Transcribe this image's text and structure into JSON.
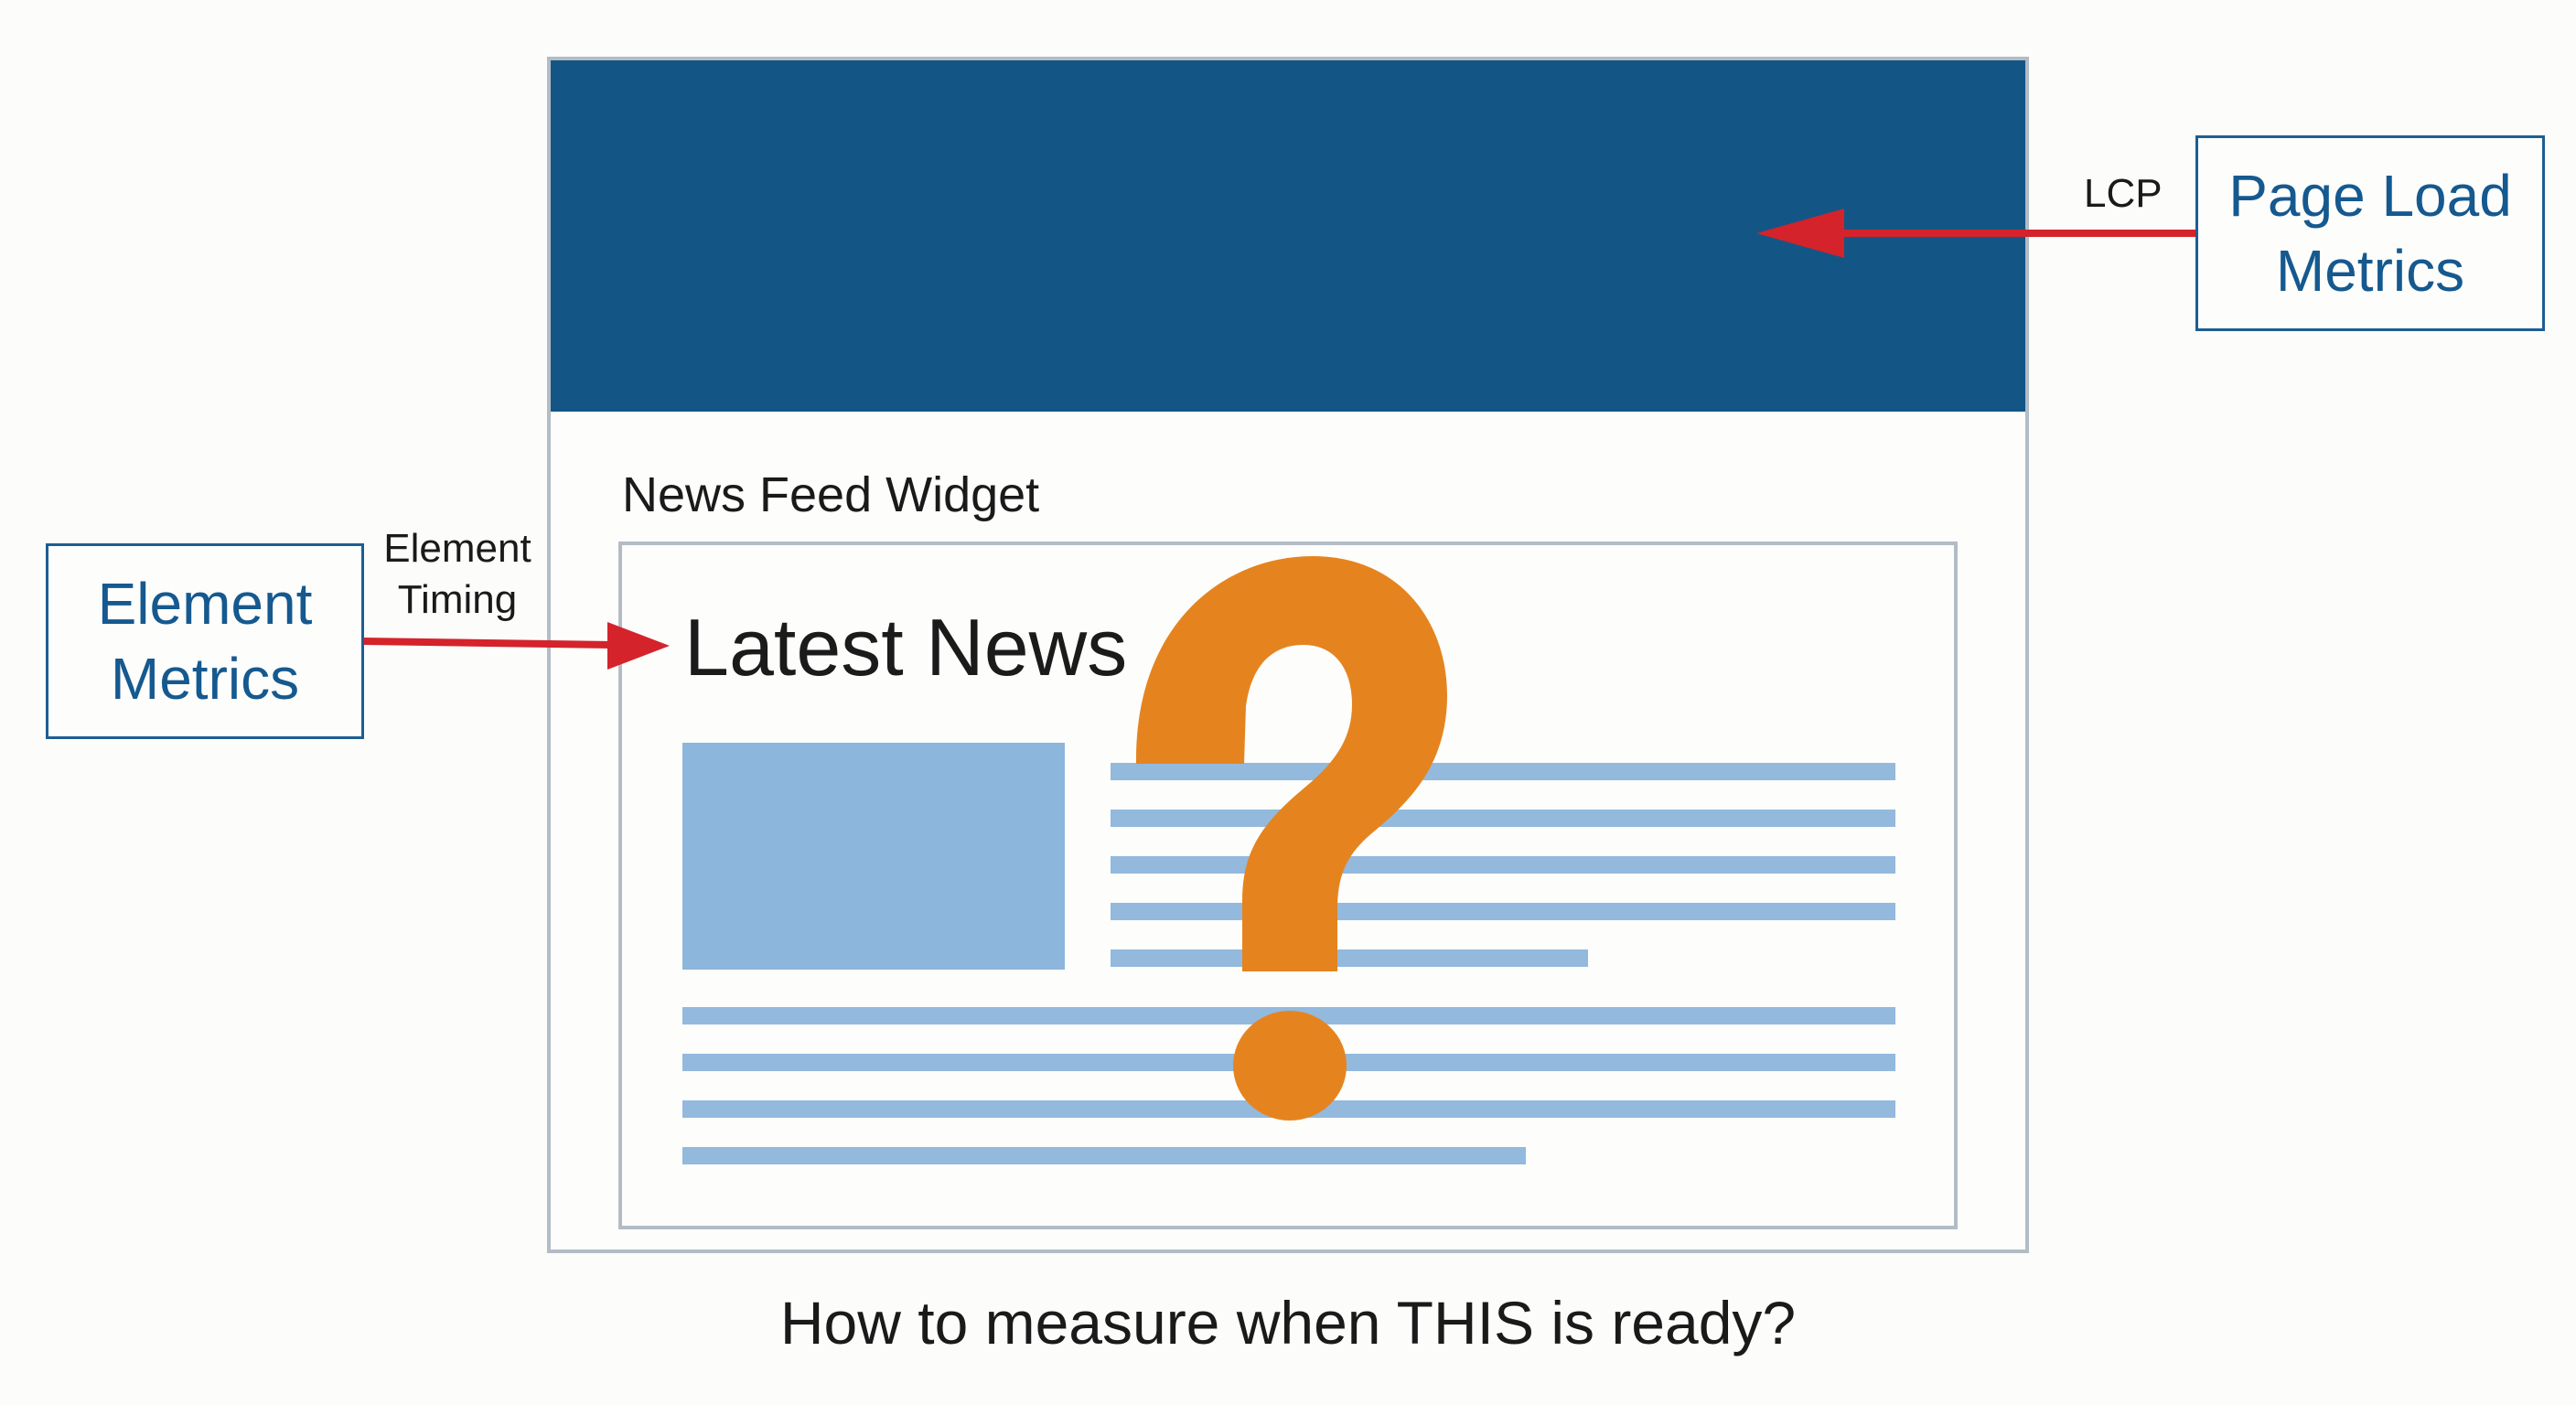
{
  "diagram": {
    "widget_title": "News Feed Widget",
    "widget_heading": "Latest News",
    "caption": "How to measure when THIS is ready?",
    "page_load_box": {
      "line1": "Page Load",
      "line2": "Metrics"
    },
    "element_box": {
      "line1": "Element",
      "line2": "Metrics"
    },
    "lcp_label": "LCP",
    "element_timing_label": {
      "line1": "Element",
      "line2": "Timing"
    },
    "question_mark": "?"
  },
  "colors": {
    "header": "#135686",
    "box_border": "#1c5e93",
    "box_text": "#15598f",
    "arrow": "#d4232b",
    "placeholder": "#8cb6dc",
    "question_mark": "#e5841f"
  },
  "icons": {
    "question": "question-mark-icon",
    "arrows": "arrow-left-icon"
  }
}
